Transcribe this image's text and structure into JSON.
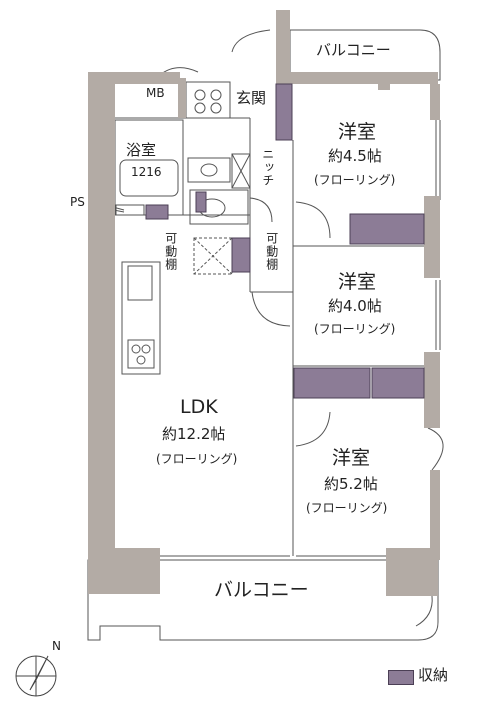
{
  "rooms": {
    "bedroom1": {
      "name": "洋室",
      "size": "約4.5帖",
      "floor": "(フローリング)"
    },
    "bedroom2": {
      "name": "洋室",
      "size": "約4.0帖",
      "floor": "(フローリング)"
    },
    "bedroom3": {
      "name": "洋室",
      "size": "約5.2帖",
      "floor": "(フローリング)"
    },
    "ldk": {
      "name": "LDK",
      "size": "約12.2帖",
      "floor": "(フローリング)"
    },
    "bath": {
      "name": "浴室",
      "size": "1216"
    }
  },
  "labels": {
    "entrance": "玄関",
    "niche": "ニッチ",
    "mb": "MB",
    "ps": "PS",
    "movable_shelf_1": "可動棚",
    "movable_shelf_2": "可動棚",
    "balcony_top": "バルコニー",
    "balcony_bottom": "バルコニー"
  },
  "compass": {
    "label": "N"
  },
  "legend": {
    "storage": "収納"
  },
  "colors": {
    "wall": "#b3aba5",
    "storage": "#8c7c96",
    "storage_border": "#4b3f55",
    "line": "#555555"
  }
}
